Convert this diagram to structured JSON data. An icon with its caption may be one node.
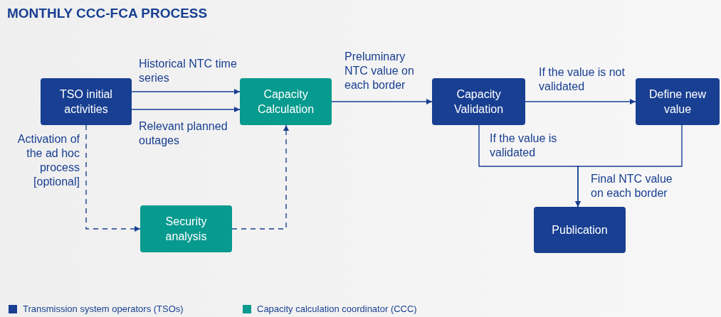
{
  "diagram": {
    "title": "MONTHLY CCC-FCA PROCESS",
    "nodes": [
      {
        "text": [
          "TSO initial activities"
        ]
      },
      {
        "text": [
          "Capacity Calculation"
        ]
      },
      {
        "text": [
          "Security analysis"
        ]
      },
      {
        "text": [
          "Capacity Validation"
        ]
      },
      {
        "text": [
          "Define new value"
        ]
      },
      {
        "text": [
          "Publication"
        ]
      }
    ],
    "edges": [
      {
        "from": 0,
        "to": 1,
        "arrow": "to",
        "label": "Historical NTC time series"
      },
      {
        "from": 0,
        "to": 1,
        "arrow": "to",
        "label": "Relevant planned outages"
      },
      {
        "from": 0,
        "to": 2,
        "arrow": "to",
        "style": "dashed",
        "label": "Activation of the ad hoc process [optional]"
      },
      {
        "from": 2,
        "to": 1,
        "arrow": "to",
        "style": "dashed"
      },
      {
        "from": 1,
        "to": 3,
        "arrow": "to",
        "label": "Preluminary NTC value on each border"
      },
      {
        "from": 3,
        "to": 4,
        "arrow": "to",
        "label": "If the value is not validated"
      },
      {
        "from": 3,
        "to": 5,
        "arrow": "to",
        "label": "If the value is validated"
      },
      {
        "from": 4,
        "to": 5,
        "arrow": "to"
      }
    ],
    "labels": [
      "Final NTC value on each border"
    ],
    "legend": [
      {
        "text": "Transmission system operators (TSOs)",
        "color": "#183f91"
      },
      {
        "text": "Capacity calculation coordinator (CCC)",
        "color": "#079a8e"
      }
    ]
  }
}
